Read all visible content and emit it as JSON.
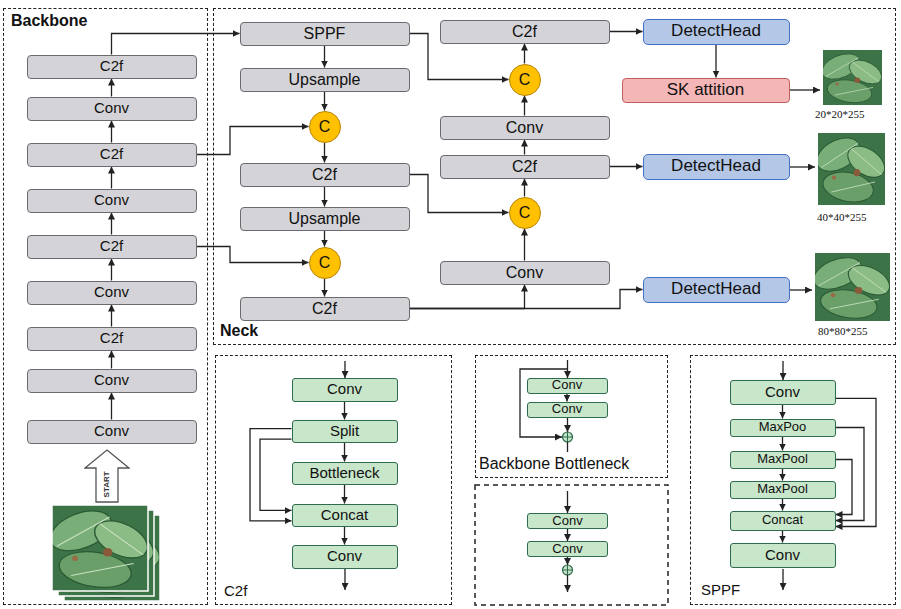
{
  "diagram": {
    "nodes": [
      {
        "text": [
          "Backbone"
        ]
      },
      {
        "text": [
          "C2f"
        ],
        "in": 0
      },
      {
        "text": [
          "Conv"
        ],
        "in": 0
      },
      {
        "text": [
          "C2f"
        ],
        "in": 0
      },
      {
        "text": [
          "Conv"
        ],
        "in": 0
      },
      {
        "text": [
          "C2f"
        ],
        "in": 0
      },
      {
        "text": [
          "Conv"
        ],
        "in": 0
      },
      {
        "text": [
          "C2f"
        ],
        "in": 0
      },
      {
        "text": [
          "Conv"
        ],
        "in": 0
      },
      {
        "text": [
          "Conv"
        ],
        "in": 0
      },
      {
        "text": [
          "START"
        ],
        "in": 0
      },
      {
        "text": [
          "Neck"
        ]
      },
      {
        "text": [
          "SPPF"
        ],
        "in": 11
      },
      {
        "text": [
          "Upsample"
        ],
        "in": 11
      },
      {
        "text": [
          "C"
        ],
        "in": 11
      },
      {
        "text": [
          "C2f"
        ],
        "in": 11
      },
      {
        "text": [
          "Upsample"
        ],
        "in": 11
      },
      {
        "text": [
          "C"
        ],
        "in": 11
      },
      {
        "text": [
          "C2f"
        ],
        "in": 11
      },
      {
        "text": [
          "C2f"
        ],
        "in": 11
      },
      {
        "text": [
          "C"
        ],
        "in": 11
      },
      {
        "text": [
          "Conv"
        ],
        "in": 11
      },
      {
        "text": [
          "C2f"
        ],
        "in": 11
      },
      {
        "text": [
          "C"
        ],
        "in": 11
      },
      {
        "text": [
          "Conv"
        ],
        "in": 11
      },
      {
        "text": [
          "DetectHead"
        ],
        "in": 11
      },
      {
        "text": [
          "SK attition"
        ],
        "in": 11
      },
      {
        "text": [
          "DetectHead"
        ],
        "in": 11
      },
      {
        "text": [
          "DetectHead"
        ],
        "in": 11
      },
      {
        "text": [
          "C2f"
        ]
      },
      {
        "text": [
          "Conv"
        ],
        "in": 29
      },
      {
        "text": [
          "Split"
        ],
        "in": 29
      },
      {
        "text": [
          "Bottleneck"
        ],
        "in": 29
      },
      {
        "text": [
          "Concat"
        ],
        "in": 29
      },
      {
        "text": [
          "Conv"
        ],
        "in": 29
      },
      {
        "text": [
          "Backbone Bottleneck"
        ]
      },
      {
        "text": [
          "Conv"
        ],
        "in": 35
      },
      {
        "text": [
          "Conv"
        ],
        "in": 35
      },
      {
        "text": [
          "Conv"
        ]
      },
      {
        "text": [
          "Conv"
        ]
      },
      {
        "text": [
          "SPPF"
        ]
      },
      {
        "text": [
          "Conv"
        ],
        "in": 40
      },
      {
        "text": [
          "MaxPoo"
        ],
        "in": 40
      },
      {
        "text": [
          "MaxPool"
        ],
        "in": 40
      },
      {
        "text": [
          "MaxPool"
        ],
        "in": 40
      },
      {
        "text": [
          "Concat"
        ],
        "in": 40
      },
      {
        "text": [
          "Conv"
        ],
        "in": 40
      }
    ],
    "edges": [
      {
        "from": 9,
        "to": 8,
        "arrow": "to"
      },
      {
        "from": 8,
        "to": 7,
        "arrow": "to"
      },
      {
        "from": 7,
        "to": 6,
        "arrow": "to"
      },
      {
        "from": 6,
        "to": 5,
        "arrow": "to"
      },
      {
        "from": 5,
        "to": 4,
        "arrow": "to"
      },
      {
        "from": 4,
        "to": 3,
        "arrow": "to"
      },
      {
        "from": 3,
        "to": 2,
        "arrow": "to"
      },
      {
        "from": 2,
        "to": 1,
        "arrow": "to"
      },
      {
        "from": 1,
        "to": 12,
        "arrow": "to"
      },
      {
        "from": 3,
        "to": 14,
        "arrow": "to"
      },
      {
        "from": 5,
        "to": 17,
        "arrow": "to"
      },
      {
        "from": 12,
        "to": 13,
        "arrow": "to"
      },
      {
        "from": 13,
        "to": 14,
        "arrow": "to"
      },
      {
        "from": 14,
        "to": 15,
        "arrow": "to"
      },
      {
        "from": 15,
        "to": 16,
        "arrow": "to"
      },
      {
        "from": 16,
        "to": 17,
        "arrow": "to"
      },
      {
        "from": 17,
        "to": 18,
        "arrow": "to"
      },
      {
        "from": 18,
        "to": 24,
        "arrow": "to"
      },
      {
        "from": 18,
        "to": 28,
        "arrow": "to"
      },
      {
        "from": 24,
        "to": 23,
        "arrow": "to"
      },
      {
        "from": 15,
        "to": 23,
        "arrow": "to"
      },
      {
        "from": 23,
        "to": 22,
        "arrow": "to"
      },
      {
        "from": 22,
        "to": 21,
        "arrow": "to"
      },
      {
        "from": 22,
        "to": 27,
        "arrow": "to"
      },
      {
        "from": 21,
        "to": 20,
        "arrow": "to"
      },
      {
        "from": 12,
        "to": 20,
        "arrow": "to"
      },
      {
        "from": 20,
        "to": 19,
        "arrow": "to"
      },
      {
        "from": 19,
        "to": 25,
        "arrow": "to"
      },
      {
        "from": 25,
        "to": 26,
        "arrow": "to"
      },
      {
        "from": 30,
        "to": 31,
        "arrow": "to"
      },
      {
        "from": 31,
        "to": 32,
        "arrow": "to"
      },
      {
        "from": 32,
        "to": 33,
        "arrow": "to"
      },
      {
        "from": 33,
        "to": 34,
        "arrow": "to"
      },
      {
        "from": 31,
        "to": 33,
        "arrow": "to"
      },
      {
        "from": 31,
        "to": 33,
        "arrow": "to"
      },
      {
        "from": 36,
        "to": 37,
        "arrow": "to"
      },
      {
        "from": 38,
        "to": 39,
        "arrow": "to"
      },
      {
        "from": 41,
        "to": 42,
        "arrow": "to"
      },
      {
        "from": 42,
        "to": 43,
        "arrow": "to"
      },
      {
        "from": 43,
        "to": 44,
        "arrow": "to"
      },
      {
        "from": 44,
        "to": 45,
        "arrow": "to"
      },
      {
        "from": 45,
        "to": 46,
        "arrow": "to"
      },
      {
        "from": 41,
        "to": 45,
        "arrow": "to"
      },
      {
        "from": 42,
        "to": 45,
        "arrow": "to"
      },
      {
        "from": 43,
        "to": 45,
        "arrow": "to"
      }
    ],
    "labels": [
      "20*20*255",
      "40*40*255",
      "80*80*255"
    ]
  }
}
